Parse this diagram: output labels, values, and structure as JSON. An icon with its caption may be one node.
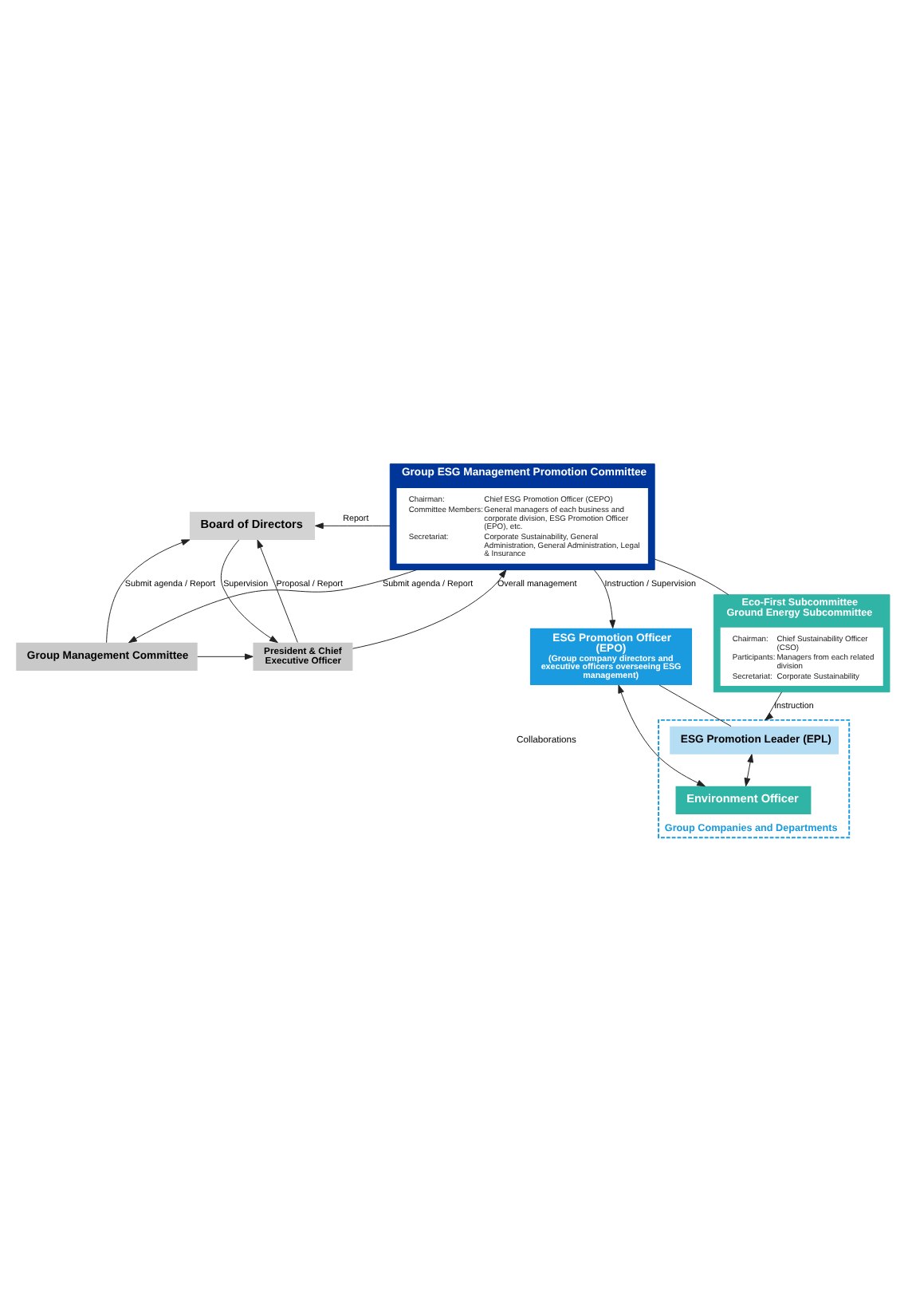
{
  "diagram": {
    "nodes": [
      {
        "text": [
          "Board of Directors"
        ]
      },
      {
        "text": [
          "President & Chief Executive Officer"
        ]
      },
      {
        "text": [
          "Group Management Committee"
        ]
      },
      {
        "text": [
          "Group ESG Management Promotion Committee"
        ]
      },
      {
        "text": [
          "Chairman:",
          "Chief ESG Promotion Officer (CEPO)",
          "Committee Members:",
          "General managers of each business and corporate division, ESG Promotion Officer (EPO), etc.",
          "Secretariat:",
          "Corporate Sustainability, General Administration, General Administration, Legal & Insurance"
        ],
        "in": 3
      },
      {
        "text": [
          "Eco-First Subcommittee",
          "Ground Energy Subcommittee"
        ]
      },
      {
        "text": [
          "Chairman:",
          "Chief Sustainability Officer (CSO)",
          "Participants:",
          "Managers from each related division",
          "Secretariat:",
          "Corporate Sustainability"
        ],
        "in": 5
      },
      {
        "text": [
          "Group Companies and Departments"
        ]
      },
      {
        "text": [
          "ESG Promotion Officer (EPO)",
          "(Group company directors and executive officers overseeing ESG management)"
        ]
      },
      {
        "text": [
          "ESG Promotion Leader (EPL)"
        ],
        "in": 7
      },
      {
        "text": [
          "Environment Officer"
        ],
        "in": 7
      }
    ],
    "edges": [
      {
        "from": 0,
        "to": 1,
        "arrow": "to",
        "label": "Supervision"
      },
      {
        "from": 1,
        "to": 0,
        "arrow": "to",
        "label": "Proposal / Report"
      },
      {
        "from": 2,
        "to": 0,
        "arrow": "to",
        "label": "Submit agenda / Report"
      },
      {
        "from": 3,
        "to": 0,
        "arrow": "to",
        "label": "Report"
      },
      {
        "from": 2,
        "to": 1,
        "arrow": "to"
      },
      {
        "from": 1,
        "to": 3,
        "arrow": "to",
        "label": "Overall management"
      },
      {
        "from": 3,
        "to": 2,
        "arrow": "to",
        "label": "Submit agenda / Report"
      },
      {
        "from": 3,
        "to": 8,
        "arrow": "to",
        "label": "Instruction / Supervision"
      },
      {
        "from": 3,
        "to": 5,
        "arrow": "none"
      },
      {
        "from": 5,
        "to": 7,
        "arrow": "to",
        "label": "Instruction"
      },
      {
        "from": 8,
        "to": 10,
        "arrow": "both"
      },
      {
        "from": 9,
        "to": 10,
        "arrow": "both"
      },
      {
        "from": 8,
        "to": 9,
        "arrow": "none"
      }
    ],
    "labels": [
      "Collaborations"
    ]
  }
}
